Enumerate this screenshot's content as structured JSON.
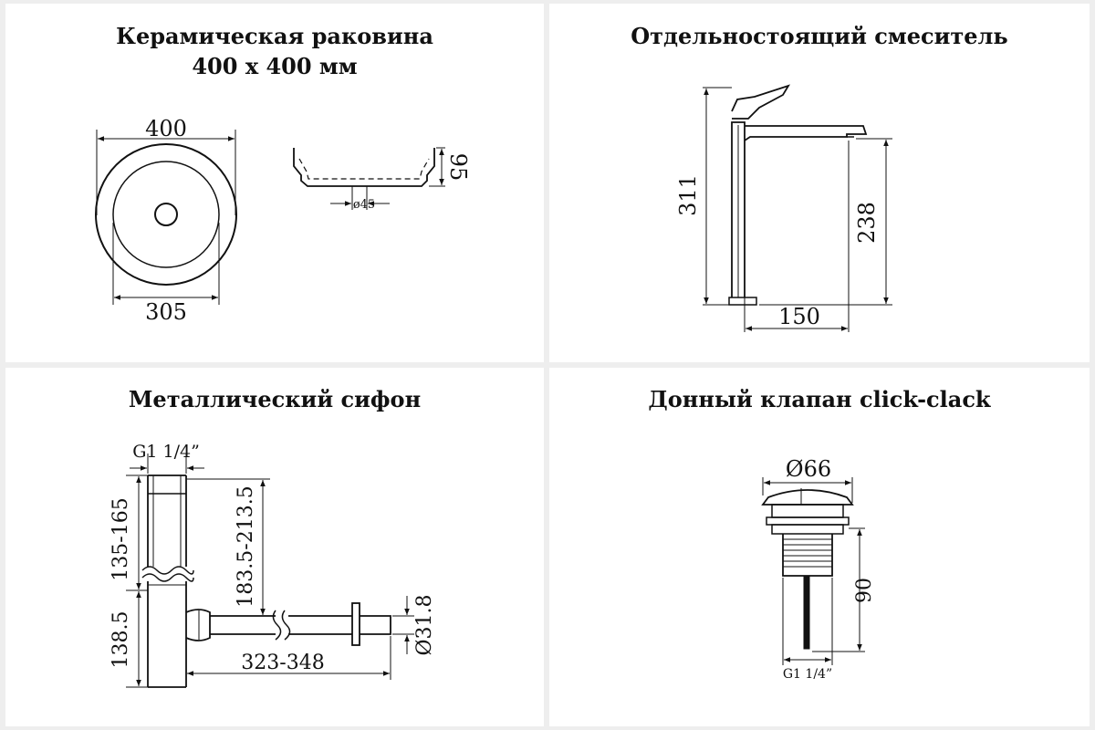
{
  "panels": {
    "sink": {
      "title_line1": "Керамическая раковина",
      "title_line2": "400 x 400 мм",
      "dim_outer": "400",
      "dim_inner": "305",
      "dim_height": "95",
      "dim_drain": "ø45"
    },
    "faucet": {
      "title": "Отдельностоящий смеситель",
      "dim_total_height": "311",
      "dim_spout_height": "238",
      "dim_spout_reach": "150"
    },
    "siphon": {
      "title": "Металлический сифон",
      "dim_thread": "G1 1/4”",
      "dim_upper": "135-165",
      "dim_lower": "138.5",
      "dim_drop": "183.5-213.5",
      "dim_length": "323-348",
      "dim_pipe": "Ø31.8"
    },
    "valve": {
      "title": "Донный клапан click-clack",
      "dim_cap": "Ø66",
      "dim_height": "90",
      "dim_thread": "G1 1/4”"
    }
  },
  "colors": {
    "background": "#eeeeee",
    "panel": "#ffffff",
    "ink": "#111111"
  }
}
